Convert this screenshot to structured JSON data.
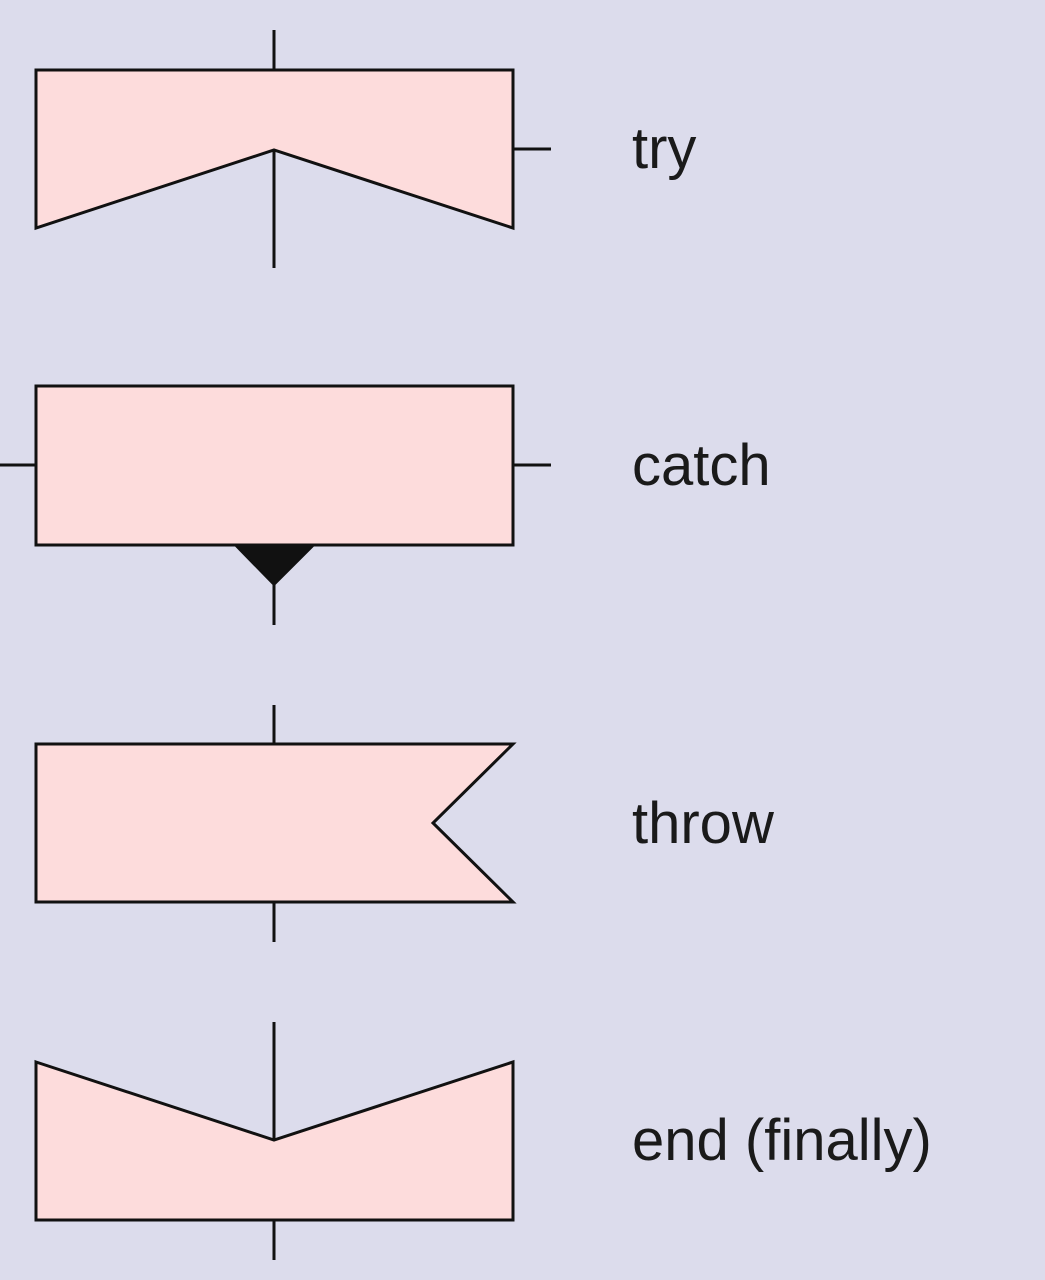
{
  "colors": {
    "background": "#dcdcec",
    "shape_fill": "#fddcdc",
    "stroke": "#111111",
    "text": "#1a1a1a"
  },
  "symbols": [
    {
      "id": "try",
      "label": "try"
    },
    {
      "id": "catch",
      "label": "catch"
    },
    {
      "id": "throw",
      "label": "throw"
    },
    {
      "id": "end",
      "label": "end (finally)"
    }
  ]
}
